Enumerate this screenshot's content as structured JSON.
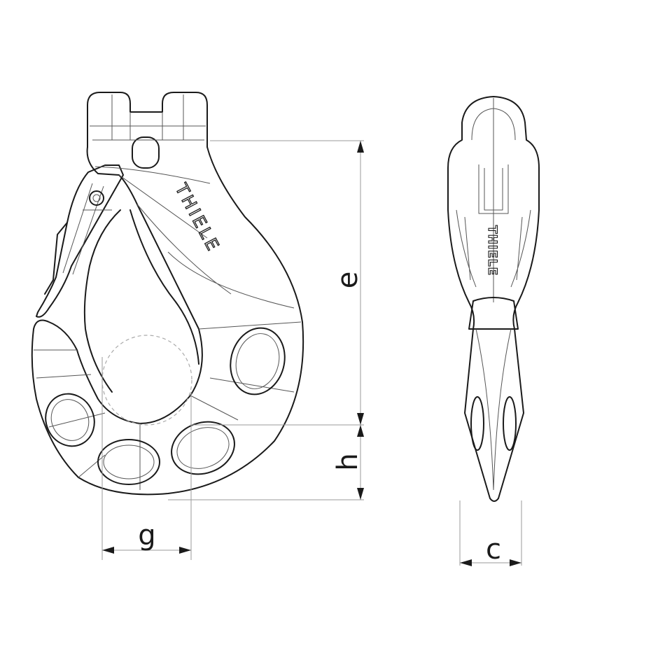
{
  "figure": {
    "brand_front": "THIELE",
    "brand_side": "THIELE",
    "dimensions": {
      "e": "e",
      "h": "h",
      "g": "g",
      "c": "c"
    }
  }
}
